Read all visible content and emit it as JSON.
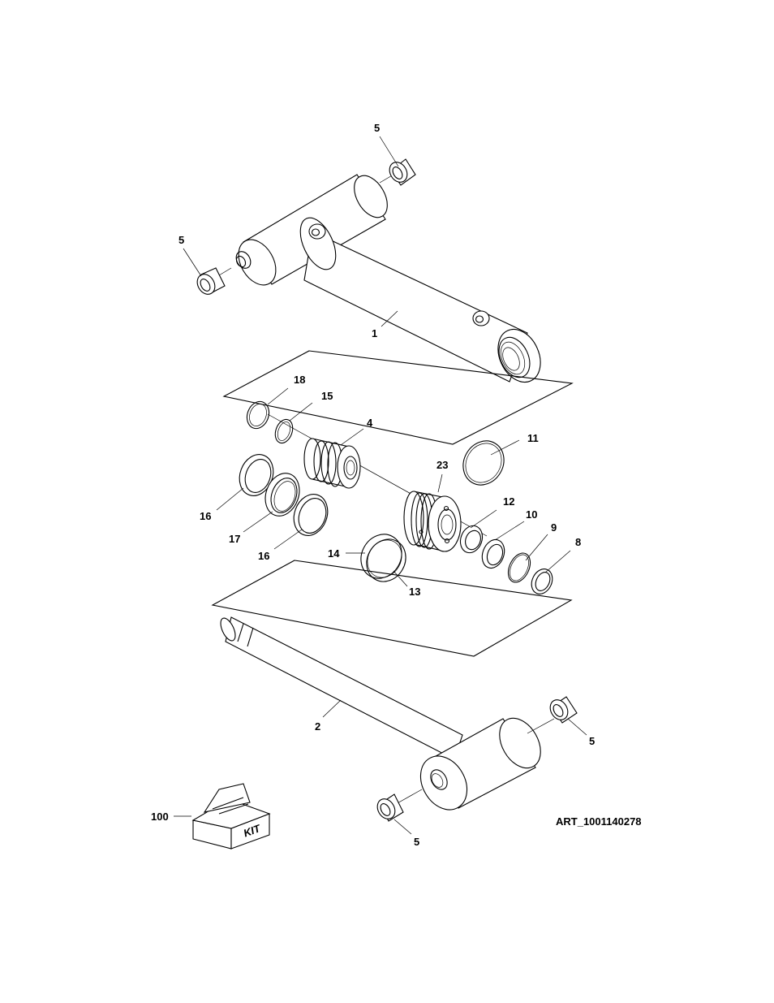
{
  "art_id": "ART_1001140278",
  "kit_label": "KIT",
  "callouts": {
    "c5a": "5",
    "c5b": "5",
    "c1": "1",
    "c18": "18",
    "c15": "15",
    "c4": "4",
    "c11": "11",
    "c23": "23",
    "c16a": "16",
    "c17": "17",
    "c16b": "16",
    "c12": "12",
    "c10": "10",
    "c9": "9",
    "c8": "8",
    "c14": "14",
    "c13": "13",
    "c2": "2",
    "c5c": "5",
    "c5d": "5",
    "c100": "100"
  }
}
